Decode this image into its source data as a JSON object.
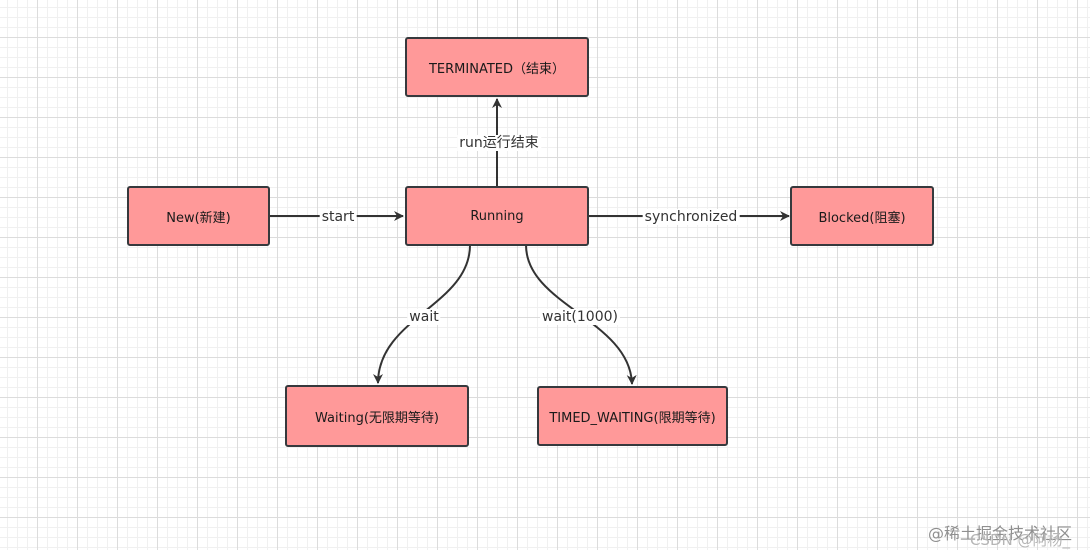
{
  "colors": {
    "node_fill": "#ff9999",
    "node_border": "#36393d",
    "edge": "#333333"
  },
  "nodes": {
    "terminated": "TERMINATED（结束）",
    "new": "New(新建)",
    "running": "Running",
    "blocked": "Blocked(阻塞)",
    "waiting": "Waiting(无限期等待)",
    "timed_waiting": "TIMED_WAITING(限期等待)"
  },
  "edges": {
    "start": "start",
    "run_end": "run运行结束",
    "synchronized": "synchronized",
    "wait": "wait",
    "wait_timed": "wait(1000)"
  },
  "watermark": {
    "text": "@稀土掘金技术社区",
    "sub": "CSDN @阿杨_"
  }
}
